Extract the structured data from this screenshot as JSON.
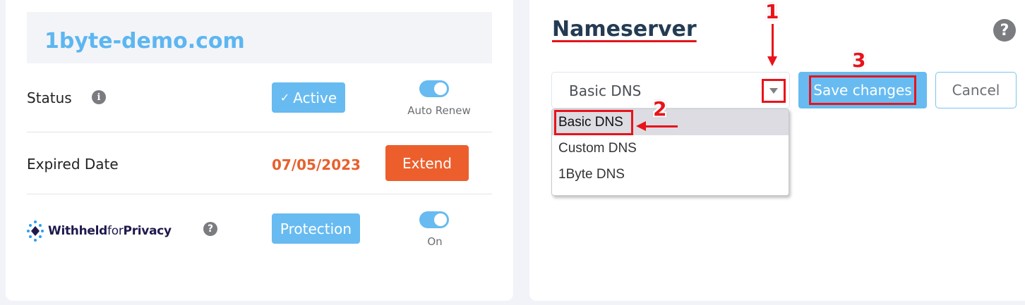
{
  "domain": {
    "name": "1byte-demo.com"
  },
  "rows": {
    "status": {
      "label": "Status",
      "info_icon": "info-icon",
      "badge_label": "Active",
      "badge_icon": "check-icon",
      "toggle_state": "on",
      "toggle_caption": "Auto Renew"
    },
    "expired": {
      "label": "Expired Date",
      "date": "07/05/2023",
      "button_label": "Extend"
    },
    "privacy": {
      "logo_bold": "Withheld",
      "logo_light": "for",
      "logo_bold2": "Privacy",
      "help_icon": "question-icon",
      "button_label": "Protection",
      "toggle_state": "on",
      "toggle_caption": "On"
    }
  },
  "nameserver": {
    "title": "Nameserver",
    "help_icon": "question-circle-icon",
    "select": {
      "value": "Basic DNS",
      "options": [
        "Basic DNS",
        "Custom DNS",
        "1Byte DNS"
      ],
      "highlighted_index": 0
    },
    "save_label": "Save changes",
    "cancel_label": "Cancel"
  },
  "annotations": {
    "step1": "1",
    "step2": "2",
    "step3": "3"
  },
  "colors": {
    "accent_blue": "#67bbf1",
    "domain_blue": "#5cb6f1",
    "danger_orange": "#ec5f2d",
    "annotation_red": "#e8131b",
    "title_navy": "#243b53"
  }
}
